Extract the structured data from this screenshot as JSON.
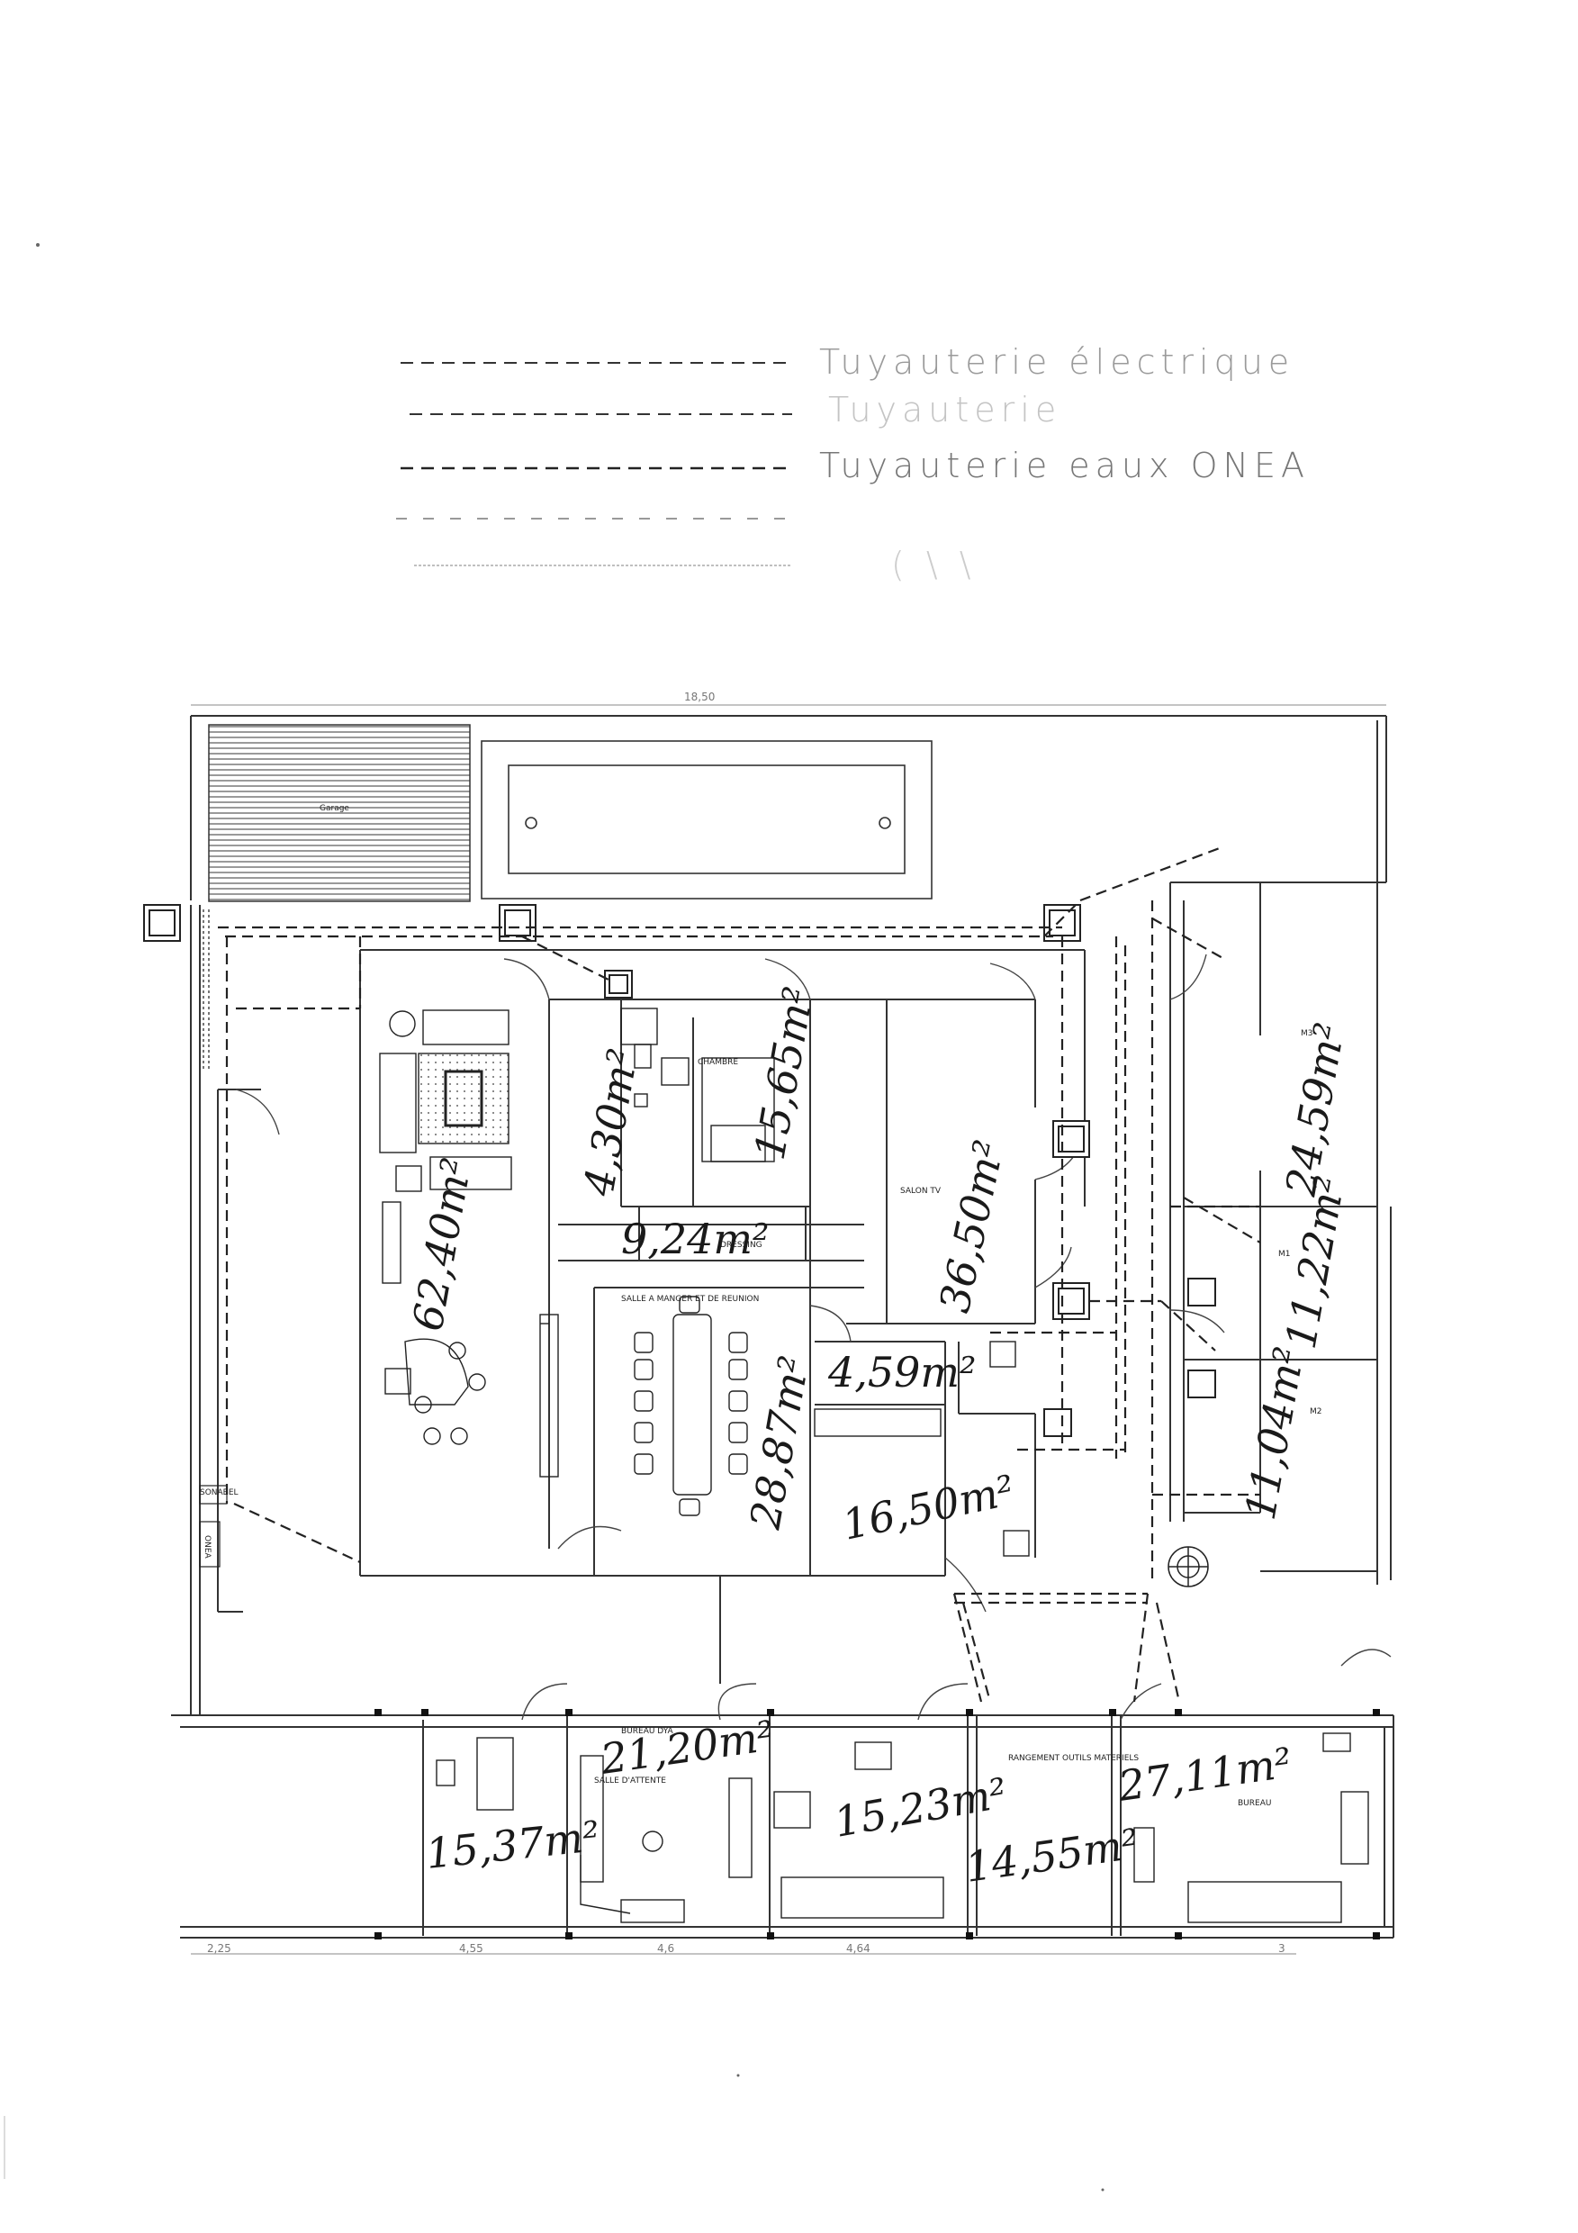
{
  "legend": [
    {
      "label": "Tuyauterie électrique",
      "color": "#9a9a9a"
    },
    {
      "label": "Tuyauterie",
      "color": "#c4c4c4"
    },
    {
      "label": "Tuyauterie eaux ONEA",
      "color": "#777777"
    },
    {
      "label": "",
      "color": "#bbbbbb"
    },
    {
      "label": "",
      "color": "#cccccc"
    }
  ],
  "rooms": [
    {
      "id": "garage",
      "label": "Garage"
    },
    {
      "id": "chambre",
      "label": "CHAMBRE"
    },
    {
      "id": "salon-tv",
      "label": "SALON TV"
    },
    {
      "id": "dressing",
      "label": "DRESSING"
    },
    {
      "id": "salle-manger",
      "label": "SALLE A MANGER ET DE REUNION"
    },
    {
      "id": "bureau-dya",
      "label": "BUREAU DYA"
    },
    {
      "id": "salle-attente",
      "label": "SALLE D'ATTENTE"
    },
    {
      "id": "rangement",
      "label": "RANGEMENT OUTILS MATERIELS"
    },
    {
      "id": "bureau",
      "label": "BUREAU"
    },
    {
      "id": "sonabel",
      "label": "SONABEL"
    },
    {
      "id": "onea",
      "label": "ONEA"
    },
    {
      "id": "m1",
      "label": "M1"
    },
    {
      "id": "m2",
      "label": "M2"
    },
    {
      "id": "m3",
      "label": "M3"
    }
  ],
  "areas": [
    {
      "room": "sejour",
      "value": "62,40m²"
    },
    {
      "room": "sdb",
      "value": "4,30m²"
    },
    {
      "room": "chambre",
      "value": "15,65m²"
    },
    {
      "room": "salon-tv",
      "value": "36,50m²"
    },
    {
      "room": "dressing",
      "value": "9,24m²"
    },
    {
      "room": "salle-manger",
      "value": "28,87m²"
    },
    {
      "room": "placard",
      "value": "4,59m²"
    },
    {
      "room": "cuisine",
      "value": "16,50m²"
    },
    {
      "room": "m3",
      "value": "24,59m²"
    },
    {
      "room": "m1",
      "value": "11,22m²"
    },
    {
      "room": "m2",
      "value": "11,04m²"
    },
    {
      "room": "bureau-dya",
      "value": "21,20m²"
    },
    {
      "room": "bureau-1",
      "value": "15,23m²"
    },
    {
      "room": "bureau-2",
      "value": "15,37m²"
    },
    {
      "room": "rangement",
      "value": "14,55m²"
    },
    {
      "room": "bureau",
      "value": "27,11m²"
    }
  ],
  "dimensions": {
    "top": "18,50",
    "bottom": [
      "2,25",
      "4,55",
      "4,6",
      "4,64",
      "3"
    ]
  }
}
